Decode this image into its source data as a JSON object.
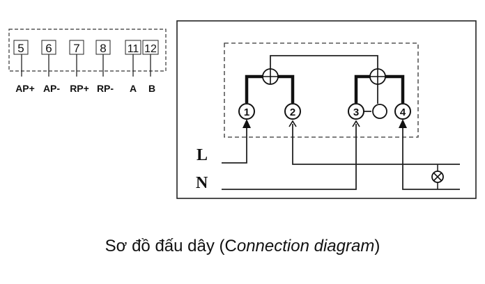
{
  "aux_terminals": [
    {
      "number": "5",
      "label": "AP+"
    },
    {
      "number": "6",
      "label": "AP-"
    },
    {
      "number": "7",
      "label": "RP+"
    },
    {
      "number": "8",
      "label": "RP-"
    },
    {
      "number": "11",
      "label": "A"
    },
    {
      "number": "12",
      "label": "B"
    }
  ],
  "meter_terminals": [
    "1",
    "2",
    "3",
    "4"
  ],
  "lines": {
    "live": "L",
    "neutral": "N"
  },
  "caption": {
    "prefix": "Sơ đồ đấu dây (C",
    "italic": "onnection diagram",
    "suffix": ")"
  }
}
